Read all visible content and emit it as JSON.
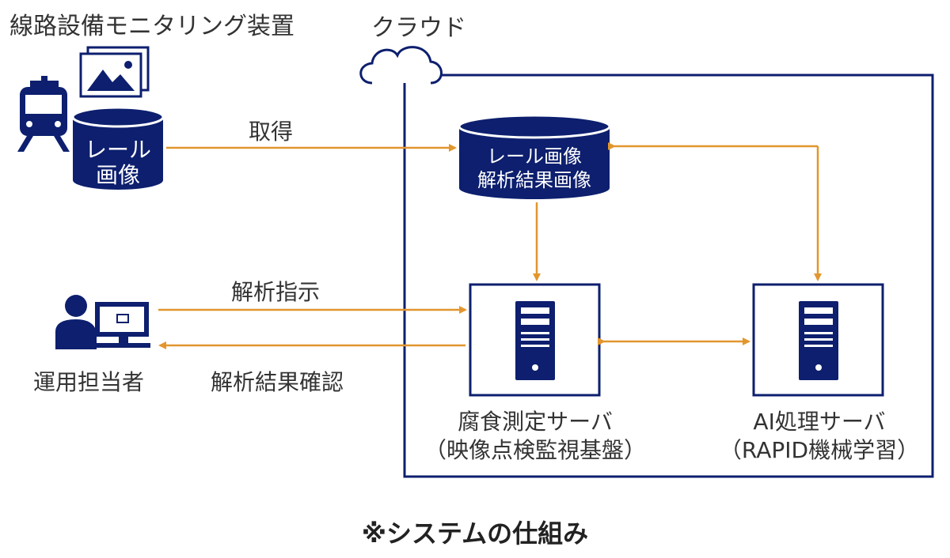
{
  "device": {
    "title": "線路設備モニタリング装置",
    "db_line1": "レール",
    "db_line2": "画像"
  },
  "cloud": {
    "label": "クラウド"
  },
  "cloud_db": {
    "line1": "レール画像",
    "line2": "解析結果画像"
  },
  "arrows": {
    "acquire": "取得",
    "instruct": "解析指示",
    "confirm": "解析結果確認"
  },
  "operator": {
    "label": "運用担当者"
  },
  "server_left": {
    "line1": "腐食測定サーバ",
    "line2": "（映像点検監視基盤）"
  },
  "server_right": {
    "line1": "AI処理サーバ",
    "line2": "（RAPID機械学習）"
  },
  "footer": {
    "caption": "※システムの仕組み"
  },
  "colors": {
    "navy": "#0d1f6e",
    "arrow": "#e2962e"
  },
  "icons": [
    "train-icon",
    "image-icon",
    "cloud-icon",
    "person-computer-icon",
    "server-icon"
  ]
}
